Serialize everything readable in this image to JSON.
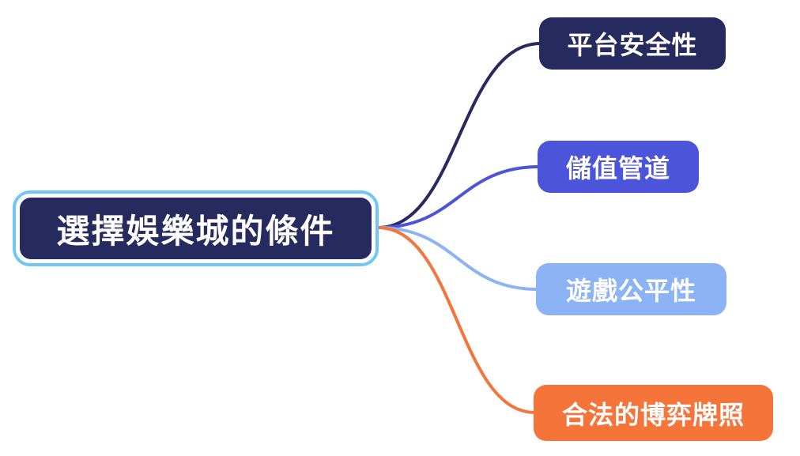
{
  "canvas": {
    "background": "#ffffff"
  },
  "mindmap": {
    "root": {
      "label": "選擇娛樂城的條件",
      "fill": "#262a5e",
      "text_color": "#ffffff",
      "selection_border_color": "#6fc8f4"
    },
    "branches": [
      {
        "label": "平台安全性",
        "fill": "#262a5e",
        "line_color": "#262a5e",
        "text_color": "#ffffff"
      },
      {
        "label": "儲值管道",
        "fill": "#4c55da",
        "line_color": "#4c55da",
        "text_color": "#ffffff"
      },
      {
        "label": "遊戲公平性",
        "fill": "#8db3f7",
        "line_color": "#8db3f7",
        "text_color": "#ffffff"
      },
      {
        "label": "合法的博弈牌照",
        "fill": "#f4743a",
        "line_color": "#f4743a",
        "text_color": "#ffffff"
      }
    ]
  }
}
